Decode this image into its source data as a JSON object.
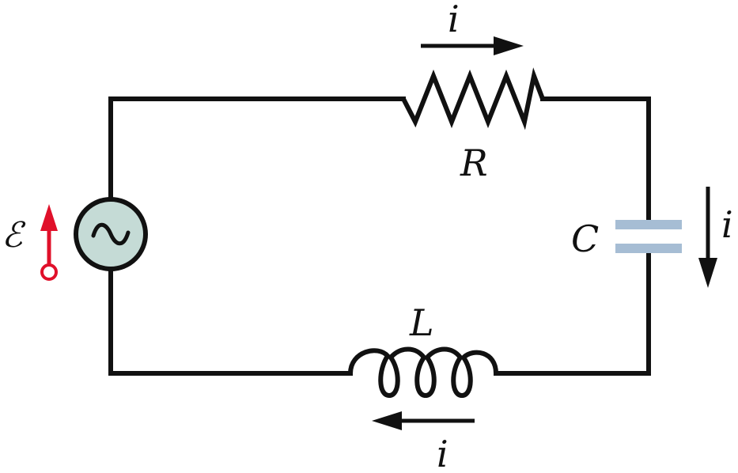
{
  "diagram": {
    "labels": {
      "resistor": "R",
      "capacitor": "C",
      "inductor": "L",
      "emf": "ℰ",
      "current_top": "i",
      "current_right": "i",
      "current_bottom": "i"
    },
    "colors": {
      "wire": "#111111",
      "source_fill": "#c5dbd6",
      "capacitor_plates": "#a6bdd4",
      "emf_indicator": "#e0102a"
    },
    "icons": {
      "source": "ac-source-icon",
      "emf_indicator": "phasor-arrow-icon"
    }
  }
}
